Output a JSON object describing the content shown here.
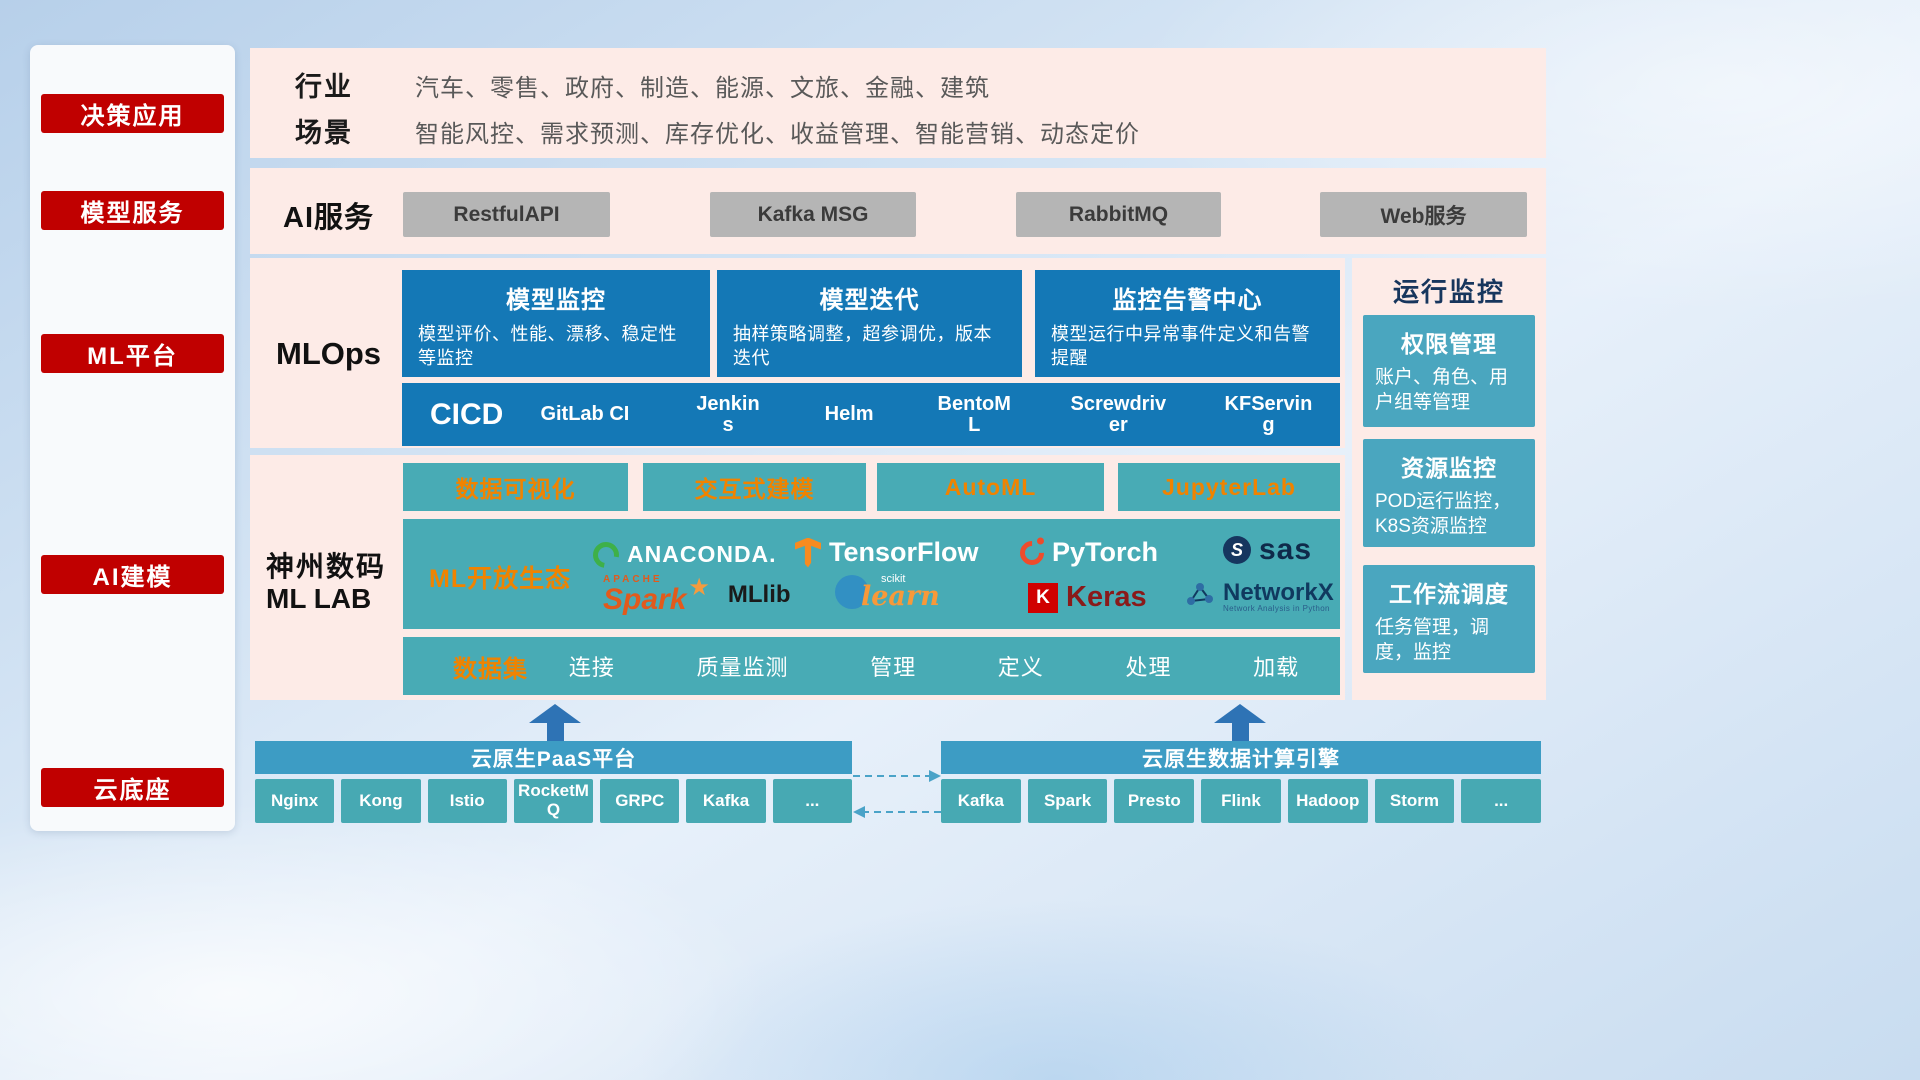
{
  "colors": {
    "accent_red": "#c00000",
    "mlops_blue": "#1478b6",
    "lab_teal": "#48abb5",
    "monitor_teal": "#4aa6bf",
    "header_blue": "#3d9cc4",
    "orange": "#f08300",
    "band_pink": "#fdebe7",
    "arrow_blue": "#2e73b5"
  },
  "sidebar": {
    "items": [
      {
        "label": "决策应用"
      },
      {
        "label": "模型服务"
      },
      {
        "label": "ML平台"
      },
      {
        "label": "AI建模"
      },
      {
        "label": "云底座"
      }
    ]
  },
  "industry_band": {
    "rows": [
      {
        "label": "行业",
        "text": "汽车、零售、政府、制造、能源、文旅、金融、建筑"
      },
      {
        "label": "场景",
        "text": "智能风控、需求预测、库存优化、收益管理、智能营销、动态定价"
      }
    ]
  },
  "ai_service_band": {
    "label": "AI服务",
    "buttons": [
      {
        "label": "RestfulAPI"
      },
      {
        "label": "Kafka MSG"
      },
      {
        "label": "RabbitMQ"
      },
      {
        "label": "Web服务"
      }
    ]
  },
  "mlops_band": {
    "label": "MLOps",
    "cards": [
      {
        "title": "模型监控",
        "desc": "模型评价、性能、漂移、稳定性等监控"
      },
      {
        "title": "模型迭代",
        "desc": "抽样策略调整，超参调优，版本迭代"
      },
      {
        "title": "监控告警中心",
        "desc": "模型运行中异常事件定义和告警提醒"
      }
    ],
    "cicd": {
      "label": "CICD",
      "items": [
        {
          "label": "GitLab CI"
        },
        {
          "label": "Jenkins"
        },
        {
          "label": "Helm"
        },
        {
          "label": "BentoML"
        },
        {
          "label": "Screwdriver"
        },
        {
          "label": "KFServing"
        }
      ]
    }
  },
  "mllab_band": {
    "label_line1": "神州数码",
    "label_line2": "ML LAB",
    "top_chips": [
      {
        "label": "数据可视化"
      },
      {
        "label": "交互式建模"
      },
      {
        "label": "AutoML"
      },
      {
        "label": "JupyterLab"
      }
    ],
    "ecosystem": {
      "label": "ML开放生态",
      "logos": [
        {
          "text": "ANACONDA."
        },
        {
          "text": "TensorFlow"
        },
        {
          "text": "PyTorch"
        },
        {
          "text": "sas"
        },
        {
          "super_text": "APACHE",
          "text": "Spark",
          "suffix": "MLlib"
        },
        {
          "super_text": "scikit",
          "text": "learn"
        },
        {
          "badge": "K",
          "text": "Keras"
        },
        {
          "text": "NetworkX",
          "subtitle": "Network Analysis in Python"
        }
      ]
    },
    "dataset_row": {
      "label": "数据集",
      "items": [
        {
          "label": "连接"
        },
        {
          "label": "质量监测"
        },
        {
          "label": "管理"
        },
        {
          "label": "定义"
        },
        {
          "label": "处理"
        },
        {
          "label": "加载"
        }
      ]
    }
  },
  "monitor_column": {
    "title": "运行监控",
    "cards": [
      {
        "title": "权限管理",
        "desc": "账户、角色、用户组等管理"
      },
      {
        "title": "资源监控",
        "desc": "POD运行监控，K8S资源监控"
      },
      {
        "title": "工作流调度",
        "desc": "任务管理，调度，监控"
      }
    ]
  },
  "bottom": {
    "paas": {
      "title": "云原生PaaS平台",
      "chips": [
        {
          "label": "Nginx"
        },
        {
          "label": "Kong"
        },
        {
          "label": "Istio"
        },
        {
          "label": "RocketMQ"
        },
        {
          "label": "GRPC"
        },
        {
          "label": "Kafka"
        },
        {
          "label": "..."
        }
      ]
    },
    "engine": {
      "title": "云原生数据计算引擎",
      "chips": [
        {
          "label": "Kafka"
        },
        {
          "label": "Spark"
        },
        {
          "label": "Presto"
        },
        {
          "label": "Flink"
        },
        {
          "label": "Hadoop"
        },
        {
          "label": "Storm"
        },
        {
          "label": "..."
        }
      ]
    }
  }
}
